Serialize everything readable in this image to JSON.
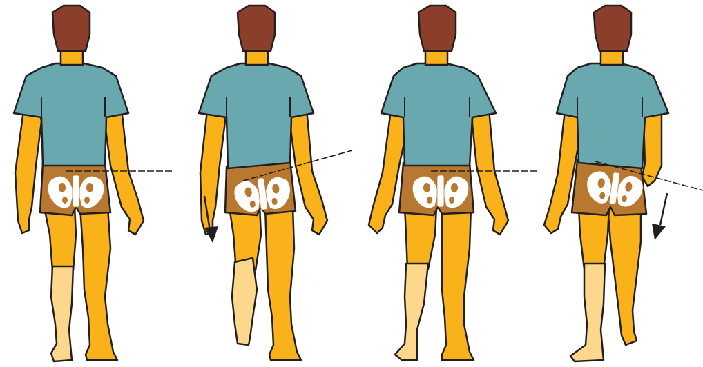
{
  "figures": [
    {
      "id": "figure-1",
      "pelvis_tilt": "level",
      "swing_leg": "left",
      "arrow": "none"
    },
    {
      "id": "figure-2",
      "pelvis_tilt": "drops-left",
      "swing_leg": "left",
      "arrow": "down-left"
    },
    {
      "id": "figure-3",
      "pelvis_tilt": "level",
      "swing_leg": "left",
      "arrow": "none"
    },
    {
      "id": "figure-4",
      "pelvis_tilt": "drops-right",
      "swing_leg": "left",
      "arrow": "down-right"
    }
  ],
  "colors": {
    "skin": "#F9B21A",
    "skin_light": "#FDD78B",
    "hair": "#8B3F2B",
    "shirt": "#69A8AE",
    "shorts": "#B97830",
    "pelvis": "#FFFFFF",
    "outline": "#231F20",
    "reference_line": "#231F20"
  }
}
